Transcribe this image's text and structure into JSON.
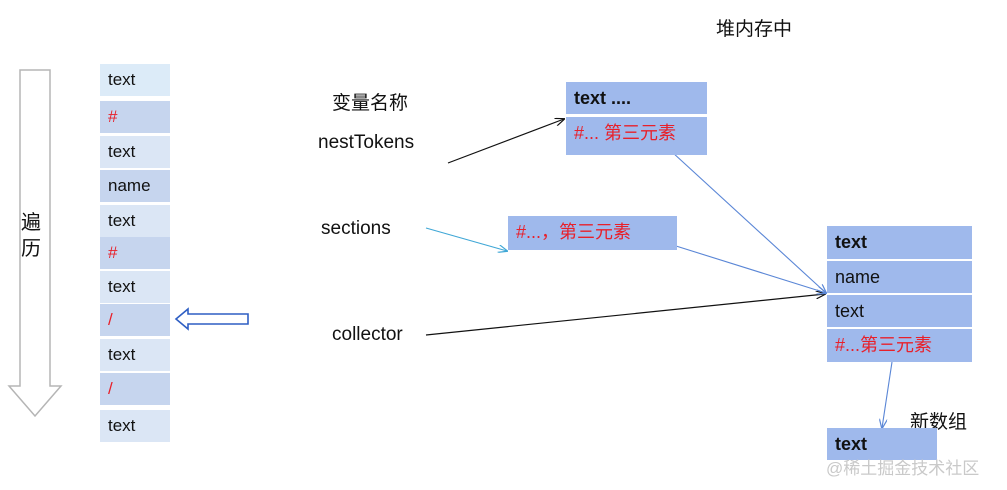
{
  "colors": {
    "cell_light": "#dbe6f5",
    "cell_mid": "#c6d5ee",
    "cell_top": "#dcebf8",
    "block": "#9fb9ec",
    "red": "#e8202a",
    "arrow_black": "#111111",
    "arrow_blue": "#5a86d6"
  },
  "traverse_label": "遍历",
  "stack_cells": [
    {
      "text": "text",
      "kind": "top",
      "red": false
    },
    {
      "text": "#",
      "kind": "mid",
      "red": true
    },
    {
      "text": "text",
      "kind": "light",
      "red": false
    },
    {
      "text": "name",
      "kind": "mid",
      "red": false
    },
    {
      "text": "text",
      "kind": "light",
      "red": false
    },
    {
      "text": "#",
      "kind": "mid",
      "red": true
    },
    {
      "text": "text",
      "kind": "light",
      "red": false
    },
    {
      "text": "/",
      "kind": "mid",
      "red": true
    },
    {
      "text": "text",
      "kind": "light",
      "red": false
    },
    {
      "text": "/",
      "kind": "mid",
      "red": true
    },
    {
      "text": "text",
      "kind": "light",
      "red": false
    }
  ],
  "labels": {
    "heap_title": "堆内存中",
    "var_names": "变量名称",
    "nestTokens": "nestTokens",
    "sections": "sections",
    "collector": "collector",
    "new_array": "新数组"
  },
  "nest_block": [
    "text ....",
    "#... 第三元素"
  ],
  "sections_block": "#...，第三元素",
  "collector_block": [
    "text",
    "name",
    "text",
    "#...第三元素"
  ],
  "new_block": "text",
  "watermark": "@稀土掘金技术社区"
}
